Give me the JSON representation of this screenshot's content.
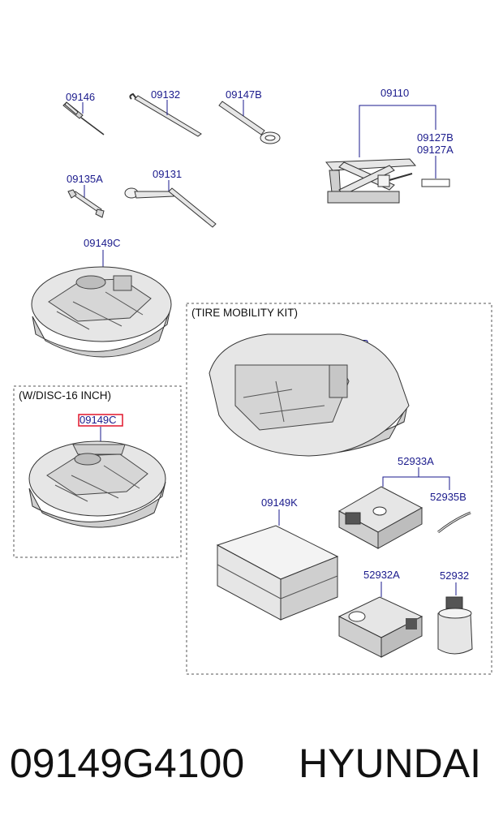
{
  "labels": {
    "p09146": "09146",
    "p09132": "09132",
    "p09147b": "09147B",
    "p09110": "09110",
    "p09127b": "09127B",
    "p09127a": "09127A",
    "p09135a": "09135A",
    "p09131": "09131",
    "p09149c_top": "09149C",
    "p09149b": "09149B",
    "p09149c_box": "09149C",
    "p52933a": "52933A",
    "p52935b": "52935B",
    "p09149k": "09149K",
    "p52932a": "52932A",
    "p52932": "52932"
  },
  "groups": {
    "tire_kit": "(TIRE MOBILITY KIT)",
    "disc16": "(W/DISC-16 INCH)"
  },
  "footer": {
    "part_number": "09149G4100",
    "brand": "HYUNDAI"
  },
  "colors": {
    "label": "#1a1a8c",
    "highlight": "#e0162b"
  }
}
